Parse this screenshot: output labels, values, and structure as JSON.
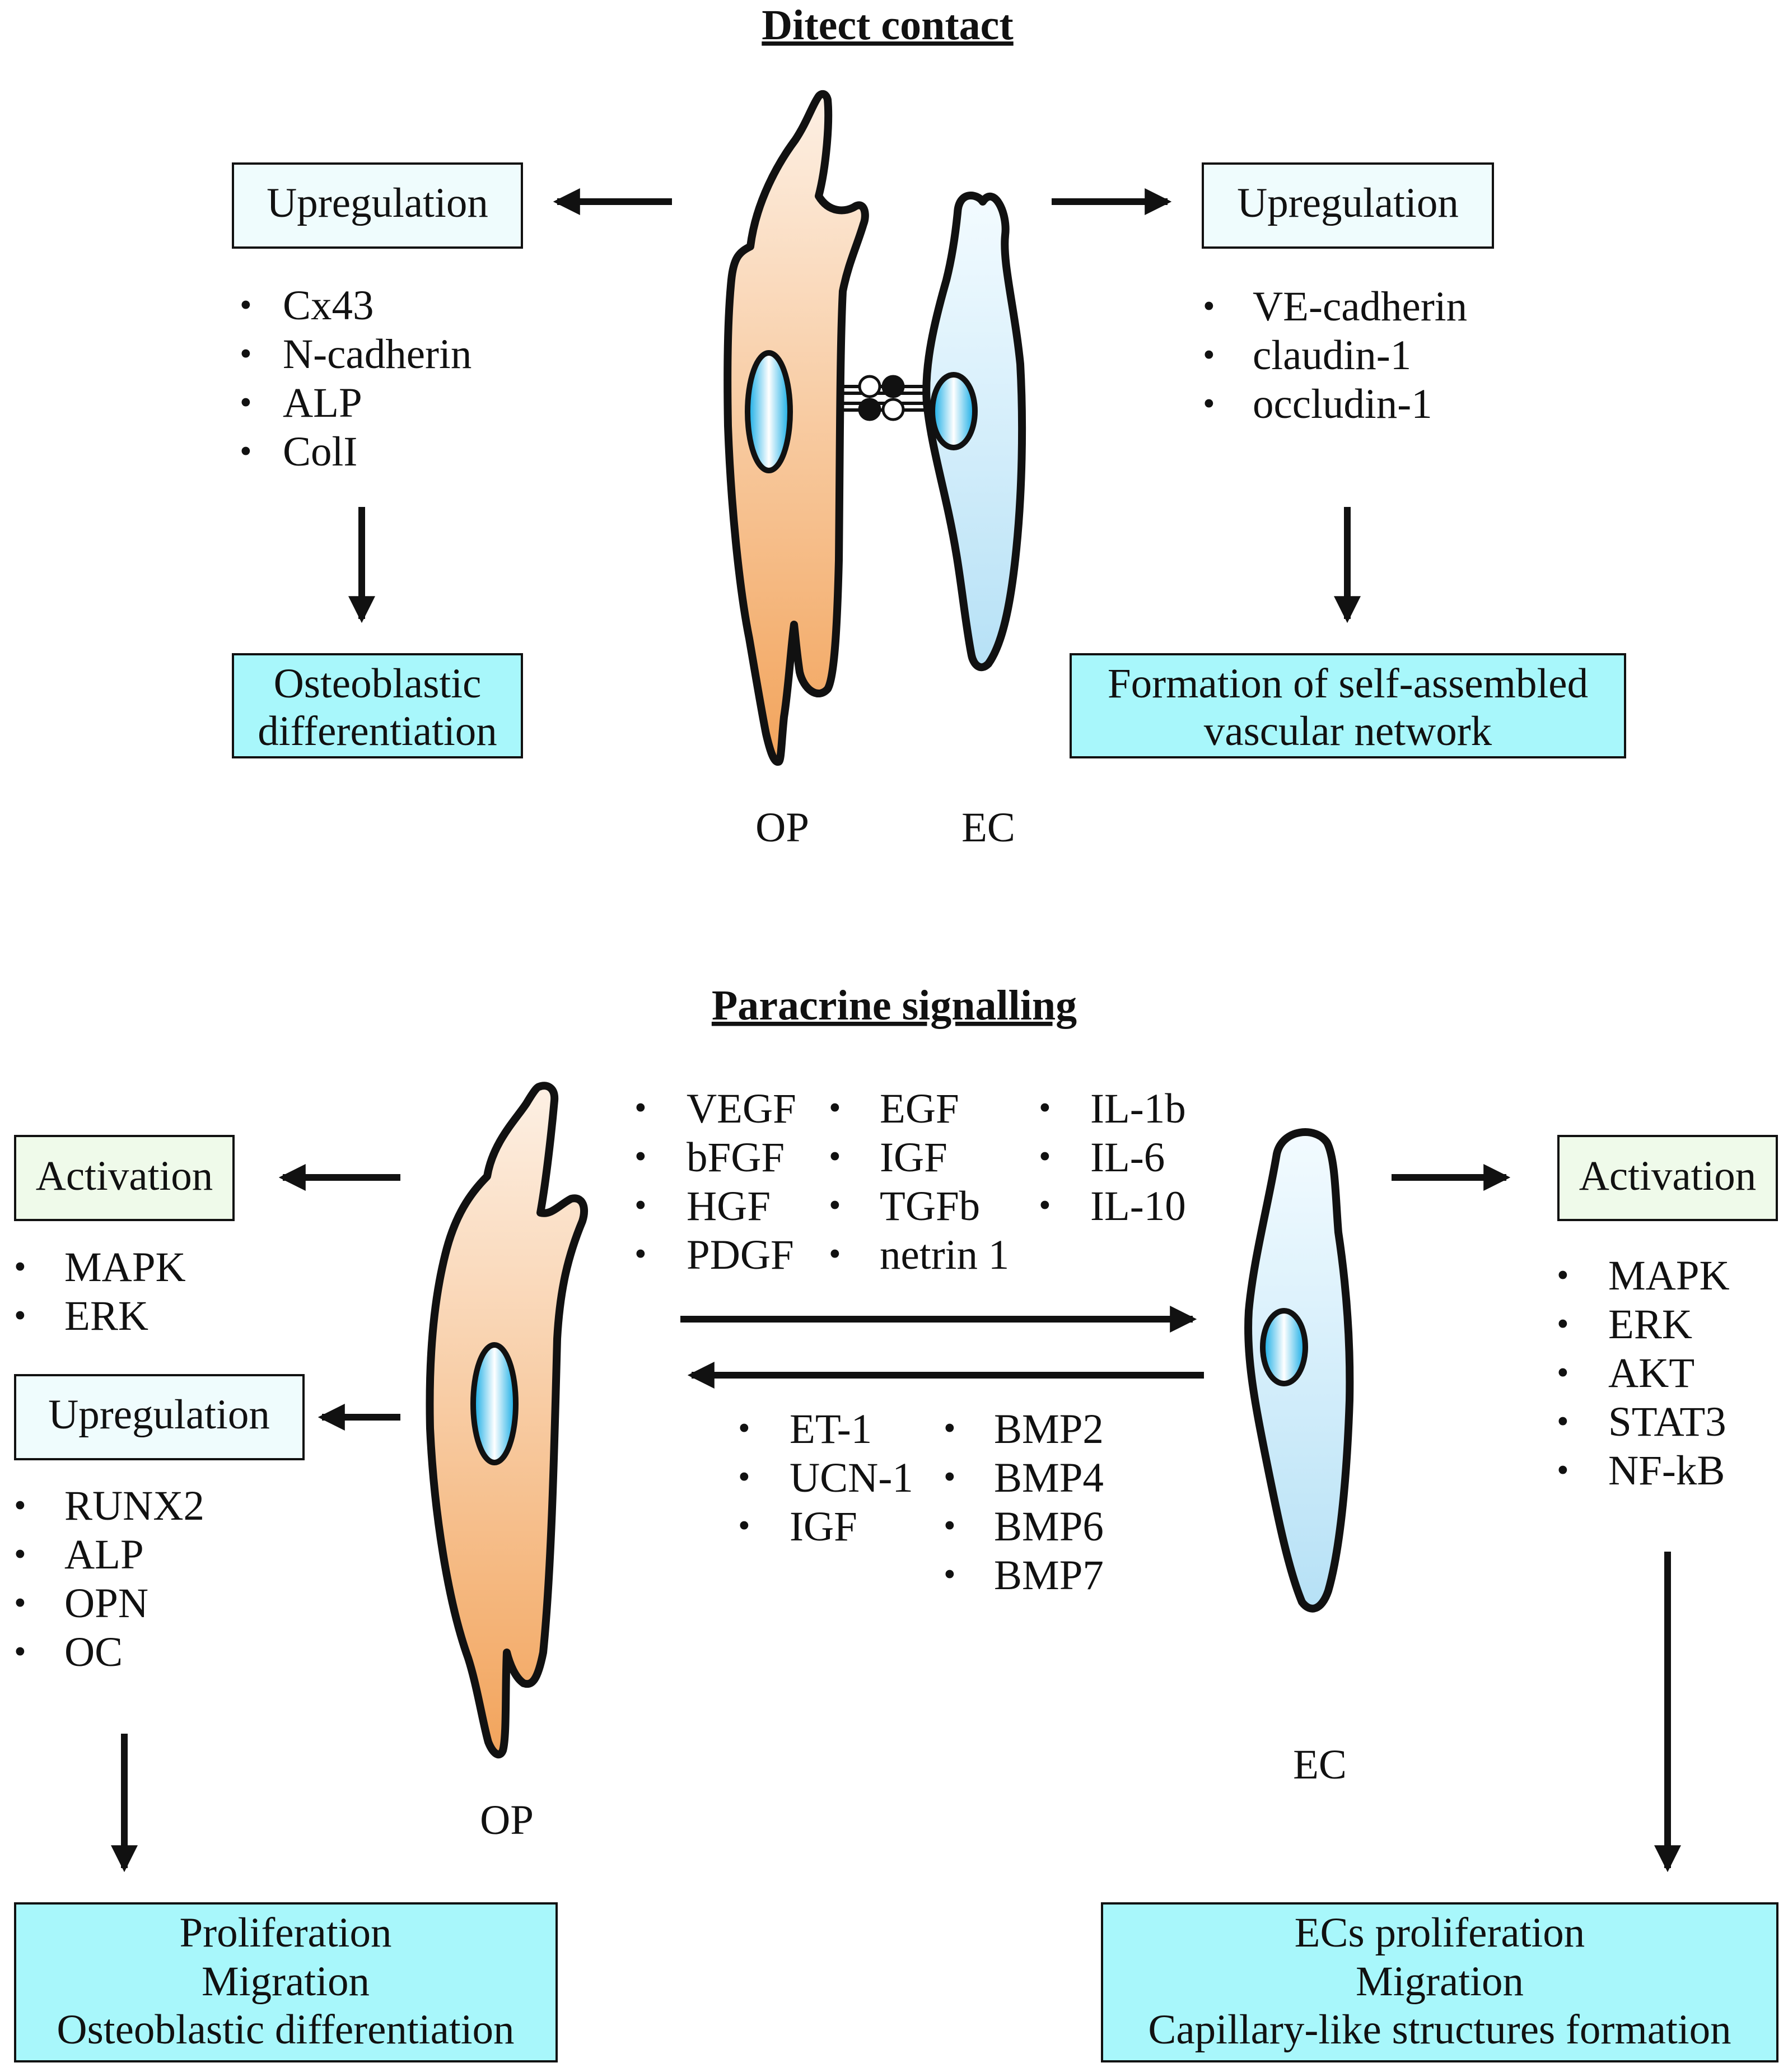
{
  "direct_contact": {
    "title": "Ditect contact",
    "left": {
      "box_label": "Upregulation",
      "items": [
        "Cx43",
        "N-cadherin",
        "ALP",
        "ColI"
      ],
      "outcome": [
        "Osteoblastic",
        "differentiation"
      ]
    },
    "right": {
      "box_label": "Upregulation",
      "items": [
        "VE-cadherin",
        "claudin-1",
        "occludin-1"
      ],
      "outcome": [
        "Formation of self-assembled",
        "vascular network"
      ]
    },
    "cell_labels": {
      "op": "OP",
      "ec": "EC"
    }
  },
  "paracrine": {
    "title": "Paracrine signalling",
    "left": {
      "activation_label": "Activation",
      "activation_items": [
        "MAPK",
        "ERK"
      ],
      "upregulation_label": "Upregulation",
      "upregulation_items": [
        "RUNX2",
        "ALP",
        "OPN",
        "OC"
      ],
      "outcome": [
        "Proliferation",
        "Migration",
        "Osteoblastic differentiation"
      ]
    },
    "right": {
      "activation_label": "Activation",
      "activation_items": [
        "MAPK",
        "ERK",
        "AKT",
        "STAT3",
        "NF-kB"
      ],
      "outcome": [
        "ECs proliferation",
        "Migration",
        "Capillary-like structures formation"
      ]
    },
    "to_ec_factors": {
      "col1": [
        "VEGF",
        "bFGF",
        "HGF",
        "PDGF"
      ],
      "col2": [
        "EGF",
        "IGF",
        "TGFb",
        "netrin 1"
      ],
      "col3": [
        "IL-1b",
        "IL-6",
        "IL-10"
      ]
    },
    "to_op_factors": {
      "col1": [
        "ET-1",
        "UCN-1",
        "IGF"
      ],
      "col2": [
        "BMP2",
        "BMP4",
        "BMP6",
        "BMP7"
      ]
    },
    "cell_labels": {
      "op": "OP",
      "ec": "EC"
    }
  },
  "colors": {
    "op_cell_light": "#fdf0e4",
    "op_cell_dark": "#f2a45c",
    "ec_cell_light": "#f3fbff",
    "ec_cell_dark": "#b6e1f6",
    "nucleus_light": "#ffffff",
    "nucleus_dark": "#0aa8e4",
    "upregulation_box": "#effcfd",
    "activation_box": "#effaea",
    "outcome_box": "#a8f7fb"
  }
}
